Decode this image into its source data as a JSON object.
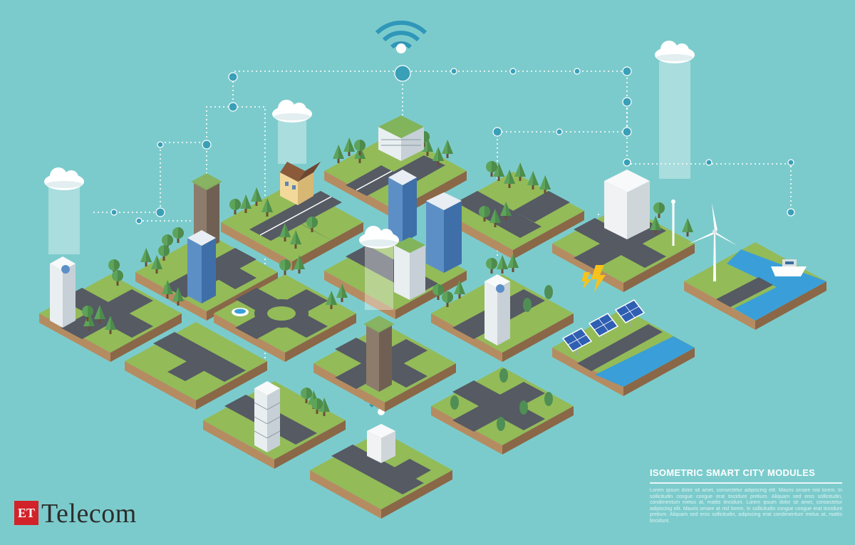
{
  "scene": {
    "background_color": "#7ccbcc",
    "tile_grass_color": "#93bb58",
    "tile_soil_color": "#9a7652",
    "road_color": "#555a63",
    "water_color": "#3a9fd8",
    "network_line_color": "#ffffff",
    "network_node_color": "#3aa0b8"
  },
  "caption": {
    "title": "ISOMETRIC SMART CITY MODULES",
    "body": "Lorem ipsum dolor sit amet, consectetur adipiscing elit. Mauris ornare nisl lorem. In sollicitudin congue congue erat tincidunt pretium. Aliquam sed eros sollicitudin, condimentum metus at, mattis tincidunt. Lorem ipsum dolor sit amet, consectetur adipiscing elit. Mauris ornare at nisl lorem. In sollicitudin congue congue erat tincidunt pretium. Aliquam sed eros sollicitudin, adipiscing erat condimentum metus at, mattis tincidunt."
  },
  "logo": {
    "badge": "ET",
    "name": "Telecom",
    "badge_color": "#d2232a"
  },
  "icons": [
    "wifi-icon",
    "cloud-icon",
    "lightning-icon",
    "solar-panel-icon",
    "wind-turbine-icon",
    "boat-icon"
  ]
}
